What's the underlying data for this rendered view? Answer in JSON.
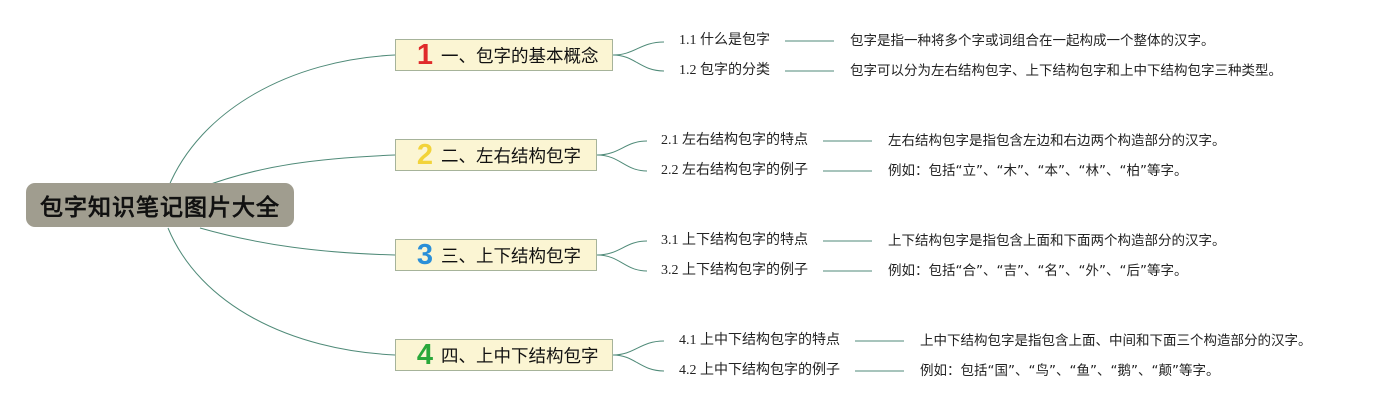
{
  "root": {
    "label": "包字知识笔记图片大全"
  },
  "colors": {
    "root_bg": "#a09d8f",
    "topic_bg": "#fbf5d3",
    "topic_border": "#a6b39a",
    "line": "#4f8a78"
  },
  "topics": [
    {
      "num": "1",
      "num_color": "#e02a2a",
      "label": "一、包字的基本概念",
      "subs": [
        {
          "label": "1.1 什么是包字",
          "detail": "包字是指一种将多个字或词组合在一起构成一个整体的汉字。"
        },
        {
          "label": "1.2 包字的分类",
          "detail": "包字可以分为左右结构包字、上下结构包字和上中下结构包字三种类型。"
        }
      ]
    },
    {
      "num": "2",
      "num_color": "#f2d33a",
      "label": "二、左右结构包字",
      "subs": [
        {
          "label": "2.1 左右结构包字的特点",
          "detail": "左右结构包字是指包含左边和右边两个构造部分的汉字。"
        },
        {
          "label": "2.2 左右结构包字的例子",
          "detail": "例如：包括“立”、“木”、“本”、“林”、“柏”等字。"
        }
      ]
    },
    {
      "num": "3",
      "num_color": "#2a8fd8",
      "label": "三、上下结构包字",
      "subs": [
        {
          "label": "3.1 上下结构包字的特点",
          "detail": "上下结构包字是指包含上面和下面两个构造部分的汉字。"
        },
        {
          "label": "3.2 上下结构包字的例子",
          "detail": "例如：包括“合”、“吉”、“名”、“外”、“后”等字。"
        }
      ]
    },
    {
      "num": "4",
      "num_color": "#2aa83a",
      "label": "四、上中下结构包字",
      "subs": [
        {
          "label": "4.1 上中下结构包字的特点",
          "detail": "上中下结构包字是指包含上面、中间和下面三个构造部分的汉字。"
        },
        {
          "label": "4.2 上中下结构包字的例子",
          "detail": "例如：包括“国”、“鸟”、“鱼”、“鹅”、“颠”等字。"
        }
      ]
    }
  ]
}
